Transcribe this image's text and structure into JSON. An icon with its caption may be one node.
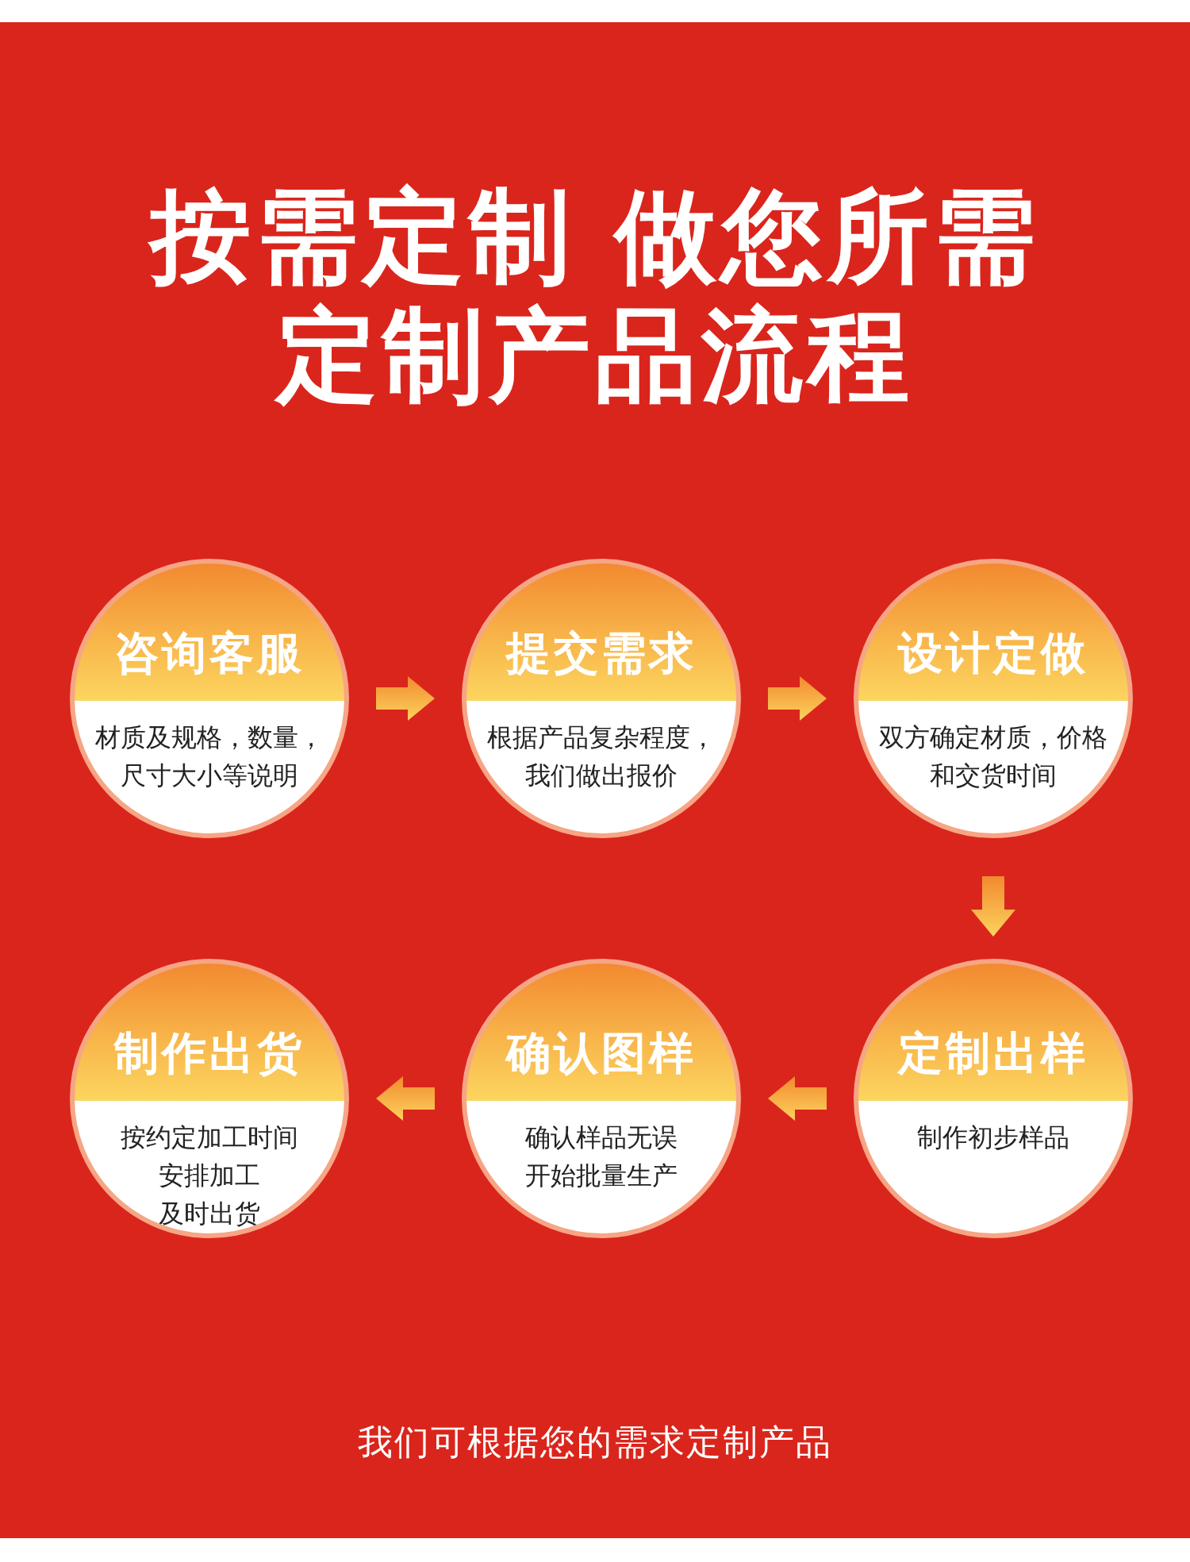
{
  "diagram": {
    "title": "按需定制 做您所需定制产品流程",
    "nodes": [
      {
        "text": [
          "咨询客服",
          "材质及规格，数量，尺寸大小等说明"
        ]
      },
      {
        "text": [
          "提交需求",
          "根据产品复杂程度，我们做出报价"
        ]
      },
      {
        "text": [
          "设计定做",
          "双方确定材质，价格和交货时间"
        ]
      },
      {
        "text": [
          "制作出货",
          "按约定加工时间安排加工及时出货"
        ]
      },
      {
        "text": [
          "确认图样",
          "确认样品无误开始批量生产"
        ]
      },
      {
        "text": [
          "定制出样",
          "制作初步样品"
        ]
      }
    ],
    "edges": [
      {
        "from": 0,
        "to": 1,
        "arrow": "to"
      },
      {
        "from": 1,
        "to": 2,
        "arrow": "to"
      },
      {
        "from": 2,
        "to": 5,
        "arrow": "to"
      },
      {
        "from": 5,
        "to": 4,
        "arrow": "to"
      },
      {
        "from": 4,
        "to": 3,
        "arrow": "to"
      }
    ],
    "caption": "我们可根据您的需求定制产品"
  }
}
